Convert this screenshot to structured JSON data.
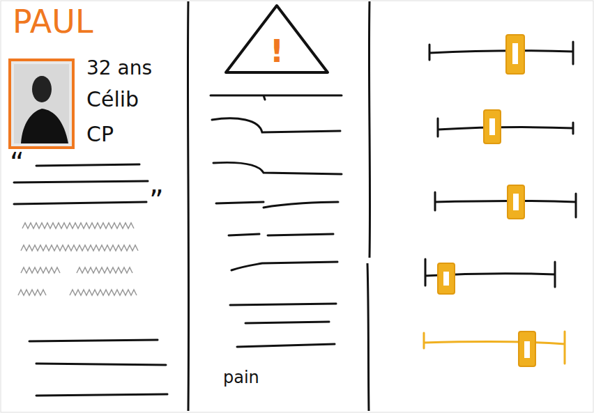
{
  "diagram": {
    "nodes": [
      {
        "text": [
          "!"
        ]
      }
    ],
    "labels": [
      "PAUL",
      "32 ans",
      "Célib",
      "CP",
      "“",
      "”",
      "pain"
    ]
  }
}
